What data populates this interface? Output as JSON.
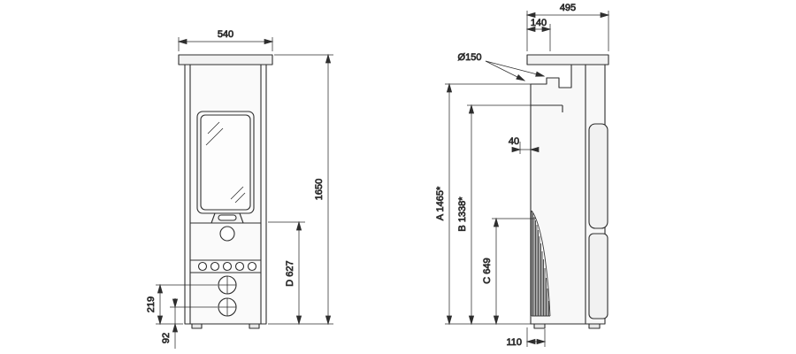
{
  "drawing": {
    "background": "#ffffff",
    "line_color": "#2e2e2e",
    "front_view": {
      "width": "540",
      "height": "1650",
      "d": "D 627",
      "knob_upper": "219",
      "knob_lower": "92"
    },
    "side_view": {
      "depth": "495",
      "flue_offset": "140",
      "flue_diameter": "Ø150",
      "clearance": "40",
      "a": "A 1465*",
      "b": "B 1338*",
      "c": "C 649",
      "rear_foot": "110"
    }
  }
}
